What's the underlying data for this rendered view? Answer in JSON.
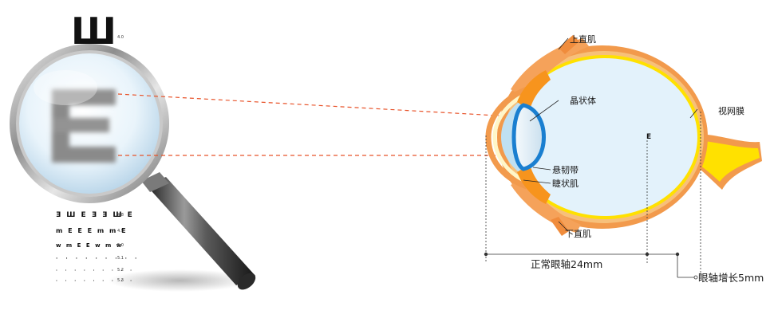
{
  "chart_labels": {
    "top_letter": "Ш",
    "acuity_top": "4.0"
  },
  "eye_chart_rows": [
    {
      "symbols": "Ǝ Ш E Ǝ Ǝ Ш E",
      "score": "4.8"
    },
    {
      "symbols": "m E E E m m E",
      "score": "4.9"
    },
    {
      "symbols": "w m E E w m w",
      "score": "5.0"
    },
    {
      "symbols": "· · · · · · · · ·",
      "score": "5.1"
    },
    {
      "symbols": "· · · · · · · · ·",
      "score": "5.2"
    },
    {
      "symbols": "· · · · · · · · ·",
      "score": "5.3"
    }
  ],
  "labels": {
    "superior_rectus": "上直肌",
    "lens": "晶状体",
    "retina": "视网膜",
    "zonule": "悬韧带",
    "ciliary_muscle": "睫状肌",
    "inferior_rectus": "下直肌",
    "focus_mark": "E"
  },
  "measurements": {
    "normal_axis": "正常眼轴24mm",
    "extended_axis": "眼轴增长5mm"
  },
  "colors": {
    "sclera_orange": "#f29a4c",
    "muscle_orange": "#f5a25a",
    "retina_yellow": "#ffe100",
    "vitreous": "#e3f2fb",
    "lens_blue": "#1a7fd0",
    "ray_red": "#e8532a"
  }
}
